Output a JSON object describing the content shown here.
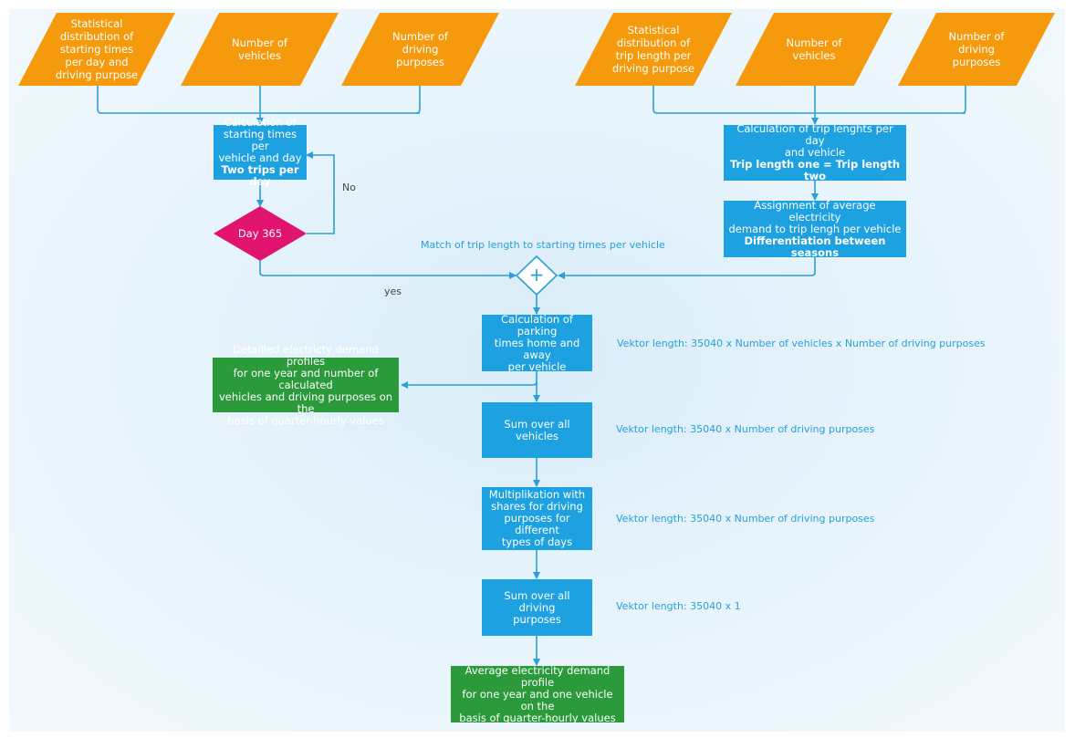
{
  "inputs_left": [
    {
      "lines": [
        "Statistical",
        "distribution of",
        "starting times",
        "per day and",
        "driving purpose"
      ]
    },
    {
      "lines": [
        "Number of",
        "vehicles"
      ]
    },
    {
      "lines": [
        "Number of",
        "driving",
        "purposes"
      ]
    }
  ],
  "inputs_right": [
    {
      "lines": [
        "Statistical",
        "distribution of",
        "trip length per",
        "driving purpose"
      ]
    },
    {
      "lines": [
        "Number of",
        "vehicles"
      ]
    },
    {
      "lines": [
        "Number of",
        "driving",
        "purposes"
      ]
    }
  ],
  "calc_start": {
    "lines": [
      "Calculation of",
      "starting times per",
      "vehicle and day"
    ],
    "bold": "Two trips per day"
  },
  "decision": {
    "label": "Day 365",
    "no_label": "No",
    "yes_label": "yes"
  },
  "calc_trip": {
    "lines": [
      "Calculation of trip lenghts per day",
      "and vehicle"
    ],
    "bold": "Trip length one = Trip length two"
  },
  "assign": {
    "lines": [
      "Assignment of average electricity",
      "demand to trip lengh per vehicle"
    ],
    "bold": "Differentiation between seasons"
  },
  "match_label": "Match of trip length to starting times per vehicle",
  "merge_symbol": "+",
  "parking": {
    "lines": [
      "Calculation of parking",
      "times home and away",
      "per vehicle"
    ]
  },
  "detail_output": {
    "lines": [
      "Detailled electricty demand profiles",
      "for one year and number of calculated",
      "vehicles and driving purposes on the",
      "basis of quarter-hourly values"
    ]
  },
  "sum_vehicles": {
    "lines": [
      "Sum over all vehicles"
    ]
  },
  "multiply": {
    "lines": [
      "Multiplikation with",
      "shares for driving",
      "purposes for different",
      "types of days"
    ]
  },
  "sum_purposes": {
    "lines": [
      "Sum over all driving",
      "purposes"
    ]
  },
  "final_output": {
    "lines": [
      "Average electricity demand profile",
      "for one year and one vehicle on the",
      "basis of quarter-hourly values"
    ]
  },
  "notes": [
    "Vektor length: 35040 x Number of vehicles x Number of driving purposes",
    "Vektor length: 35040 x  Number of driving purposes",
    "Vektor length: 35040 x  Number of driving purposes",
    "Vektor length: 35040 x 1"
  ],
  "colors": {
    "input": "#f59a0c",
    "process": "#1ea1e1",
    "output": "#2b9a3b",
    "decision": "#e0146e",
    "connector": "#2a9fd8"
  }
}
